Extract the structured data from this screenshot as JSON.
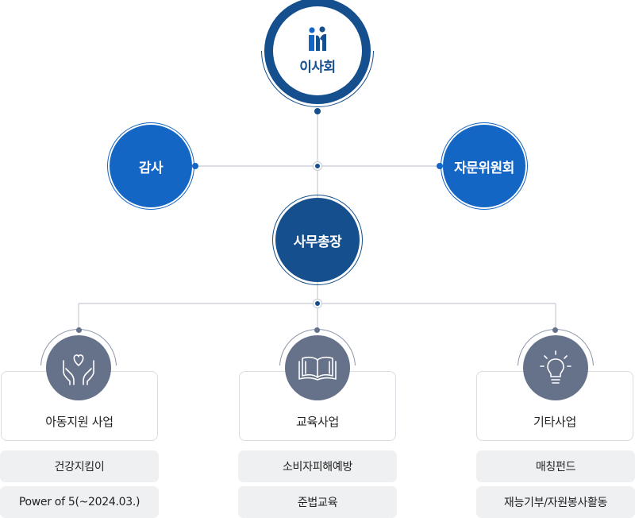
{
  "top": {
    "label": "이사회",
    "logo_icon": "people-logo-icon"
  },
  "left_node": {
    "label": "감사"
  },
  "right_node": {
    "label": "자문위원회"
  },
  "center_node": {
    "label": "사무총장"
  },
  "divisions": [
    {
      "title": "아동지원 사업",
      "icon": "hands-heart-icon",
      "items": [
        "건강지킴이",
        "Power of 5(~2024.03.)"
      ]
    },
    {
      "title": "교육사업",
      "icon": "open-book-icon",
      "items": [
        "소비자피해예방",
        "준법교육"
      ]
    },
    {
      "title": "기타사업",
      "icon": "lightbulb-icon",
      "items": [
        "매칭펀드",
        "재능기부/자원봉사활동"
      ]
    }
  ],
  "colors": {
    "navy": "#154f8d",
    "blue": "#1466c5",
    "icon_bg": "#667289",
    "line": "#c6cad2",
    "pill_bg": "#eff0f2"
  }
}
